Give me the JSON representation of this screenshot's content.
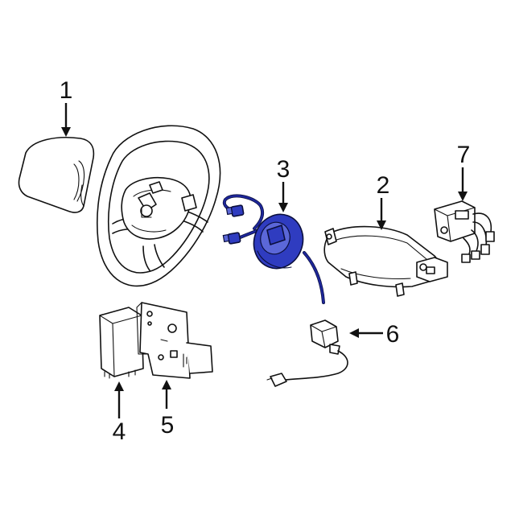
{
  "callouts": [
    {
      "id": "1",
      "label": "1",
      "part": "horn-pad"
    },
    {
      "id": "2",
      "label": "2",
      "part": "passenger-air-bag"
    },
    {
      "id": "3",
      "label": "3",
      "part": "clock-spring"
    },
    {
      "id": "4",
      "label": "4",
      "part": "control-module"
    },
    {
      "id": "5",
      "label": "5",
      "part": "module-bracket"
    },
    {
      "id": "6",
      "label": "6",
      "part": "impact-sensor"
    },
    {
      "id": "7",
      "label": "7",
      "part": "side-sensor"
    }
  ],
  "highlight_color": "#2f3cc0",
  "line_color": "#111111",
  "highlighted_part": "3"
}
